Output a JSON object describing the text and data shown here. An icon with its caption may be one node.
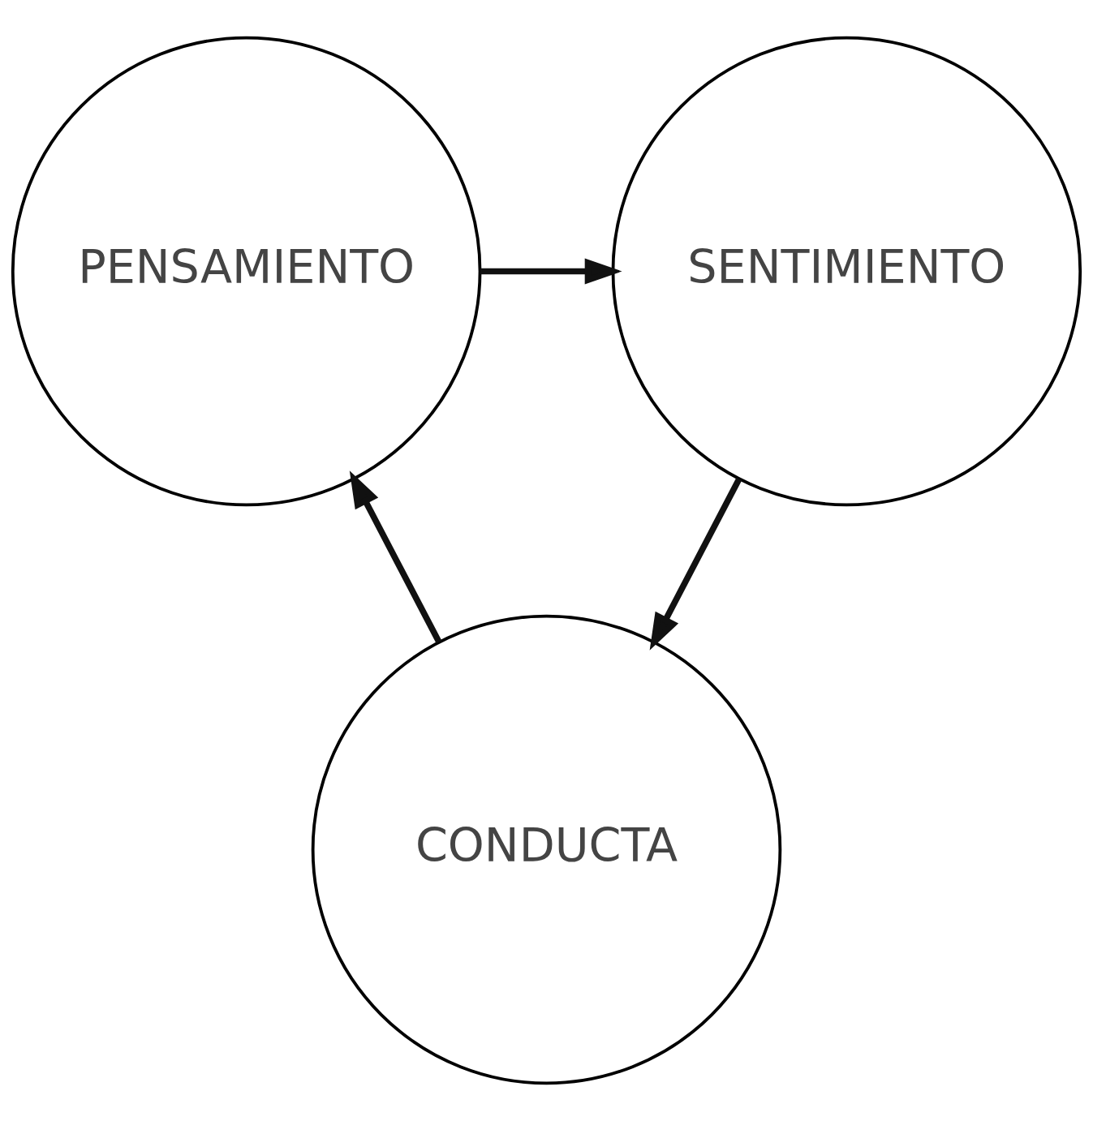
{
  "diagram": {
    "nodes": [
      {
        "text": [
          "PENSAMIENTO"
        ]
      },
      {
        "text": [
          "SENTIMIENTO"
        ]
      },
      {
        "text": [
          "CONDUCTA"
        ]
      }
    ],
    "edges": [
      {
        "from": 0,
        "to": 1,
        "arrow": "to"
      },
      {
        "from": 1,
        "to": 2,
        "arrow": "to"
      },
      {
        "from": 2,
        "to": 0,
        "arrow": "to"
      }
    ]
  }
}
